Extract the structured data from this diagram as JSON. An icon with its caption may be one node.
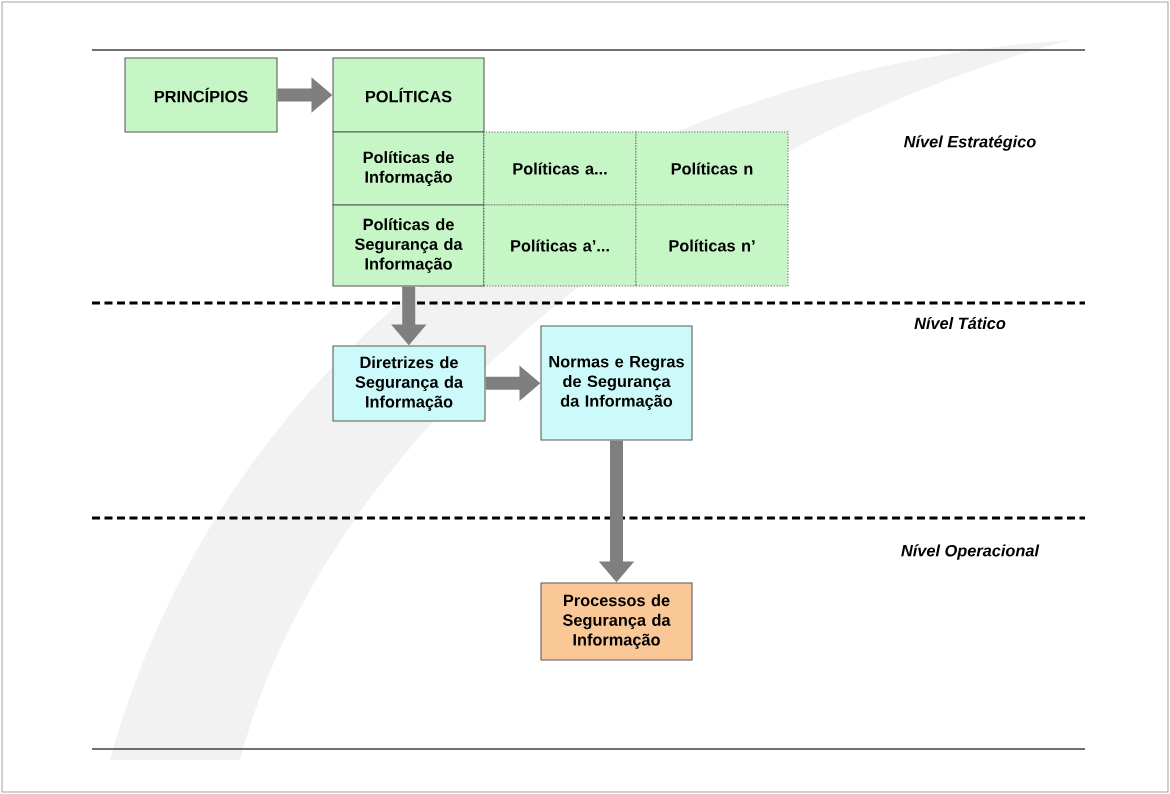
{
  "diagram": {
    "nodes": [
      {
        "text": [
          "PRINCÍPIOS"
        ]
      },
      {
        "text": [
          "POLÍTICAS"
        ]
      },
      {
        "text": [
          "Políticas de Informação"
        ]
      },
      {
        "text": [
          "Políticas a..."
        ]
      },
      {
        "text": [
          "Políticas n"
        ]
      },
      {
        "text": [
          "Políticas de Segurança da Informação"
        ]
      },
      {
        "text": [
          "Políticas a’..."
        ]
      },
      {
        "text": [
          "Políticas n’"
        ]
      },
      {
        "text": [
          "Diretrizes de Segurança da Informação"
        ]
      },
      {
        "text": [
          "Normas e Regras de Segurança da Informação"
        ]
      },
      {
        "text": [
          "Processos de Segurança da Informação"
        ]
      }
    ],
    "edges": [
      {
        "from": 0,
        "to": 1,
        "arrow": "to"
      },
      {
        "from": 5,
        "to": 8,
        "arrow": "to"
      },
      {
        "from": 8,
        "to": 9,
        "arrow": "to"
      },
      {
        "from": 9,
        "to": 10,
        "arrow": "to"
      }
    ],
    "labels": [
      "Nível Estratégico",
      "Nível Tático",
      "Nível Operacional"
    ]
  }
}
